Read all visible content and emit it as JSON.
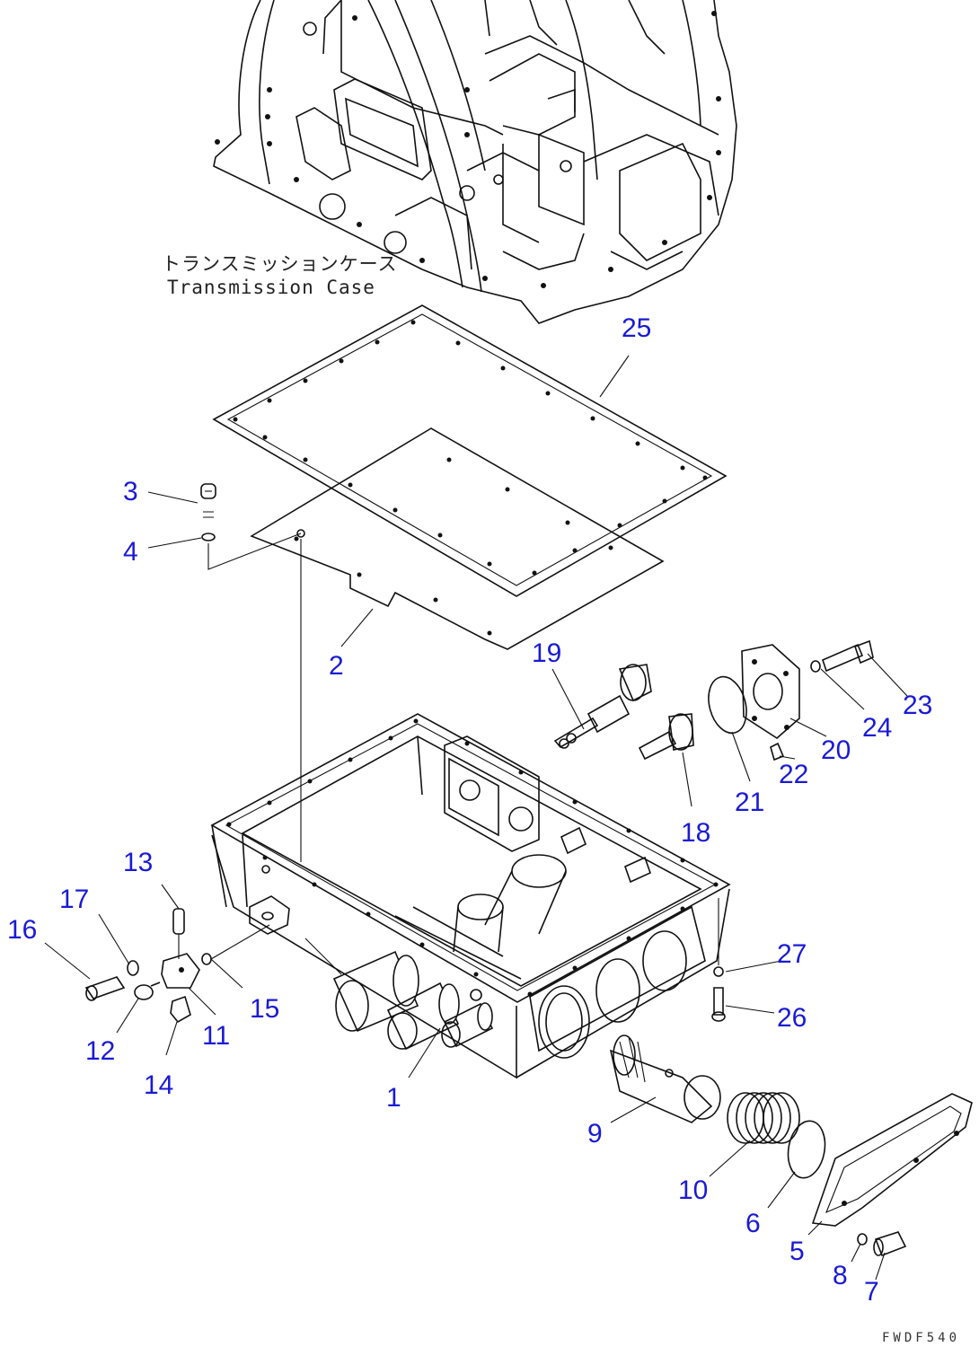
{
  "diagram": {
    "case_label_jp": "トランスミッションケース",
    "case_label_en": "Transmission Case",
    "drawing_number": "FWDF540",
    "part_labels": [
      "1",
      "2",
      "3",
      "4",
      "5",
      "6",
      "7",
      "8",
      "9",
      "10",
      "11",
      "12",
      "13",
      "14",
      "15",
      "16",
      "17",
      "18",
      "19",
      "20",
      "21",
      "22",
      "23",
      "24",
      "25",
      "26",
      "27"
    ]
  }
}
